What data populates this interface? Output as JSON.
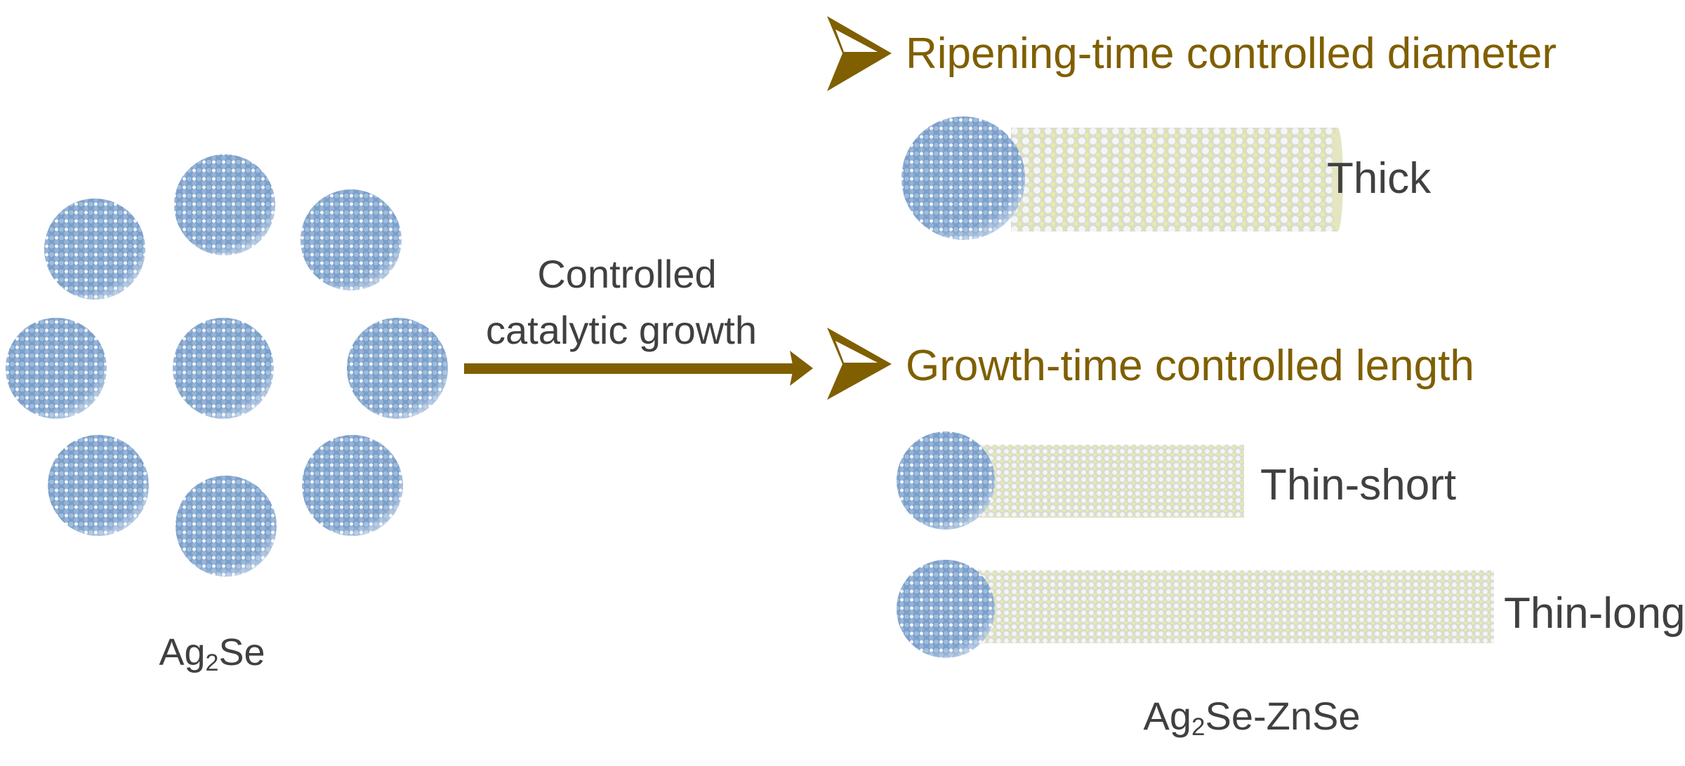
{
  "colors": {
    "accent": "#7f5f00",
    "text": "#404040",
    "ag2se_atom": "#8aaed6",
    "znse_atom": "#e6e9a8"
  },
  "left": {
    "label_main": "Ag",
    "label_sub": "2",
    "label_tail": "Se"
  },
  "process": {
    "line1": "Controlled",
    "line2": "catalytic growth",
    "arrow_icon": "arrow-right-icon"
  },
  "right": {
    "heading_diameter": "Ripening-time controlled diameter",
    "heading_length": "Growth-time controlled length",
    "rods": [
      {
        "label": "Thick"
      },
      {
        "label": "Thin-short"
      },
      {
        "label": "Thin-long"
      }
    ],
    "label_main": "Ag",
    "label_sub": "2",
    "label_tail": "Se-ZnSe"
  }
}
